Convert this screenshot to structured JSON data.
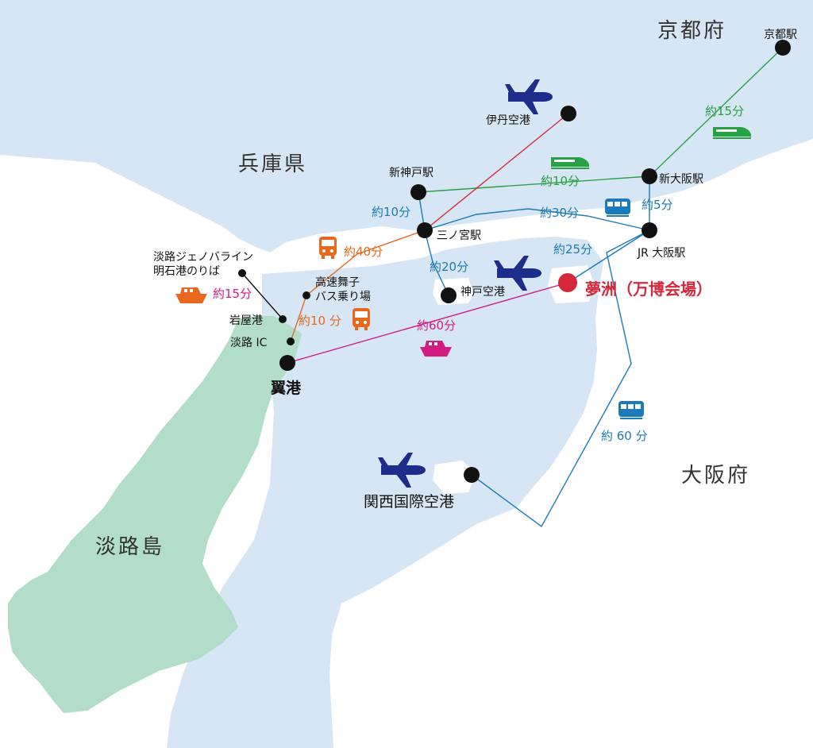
{
  "regions": {
    "kyoto": "京都府",
    "hyogo": "兵庫県",
    "osaka": "大阪府",
    "awaji": "淡路島"
  },
  "stations": {
    "kyoto_station": "京都駅",
    "itami_airport": "伊丹空港",
    "shin_kobe": "新神戸駅",
    "shin_osaka": "新大阪駅",
    "sannomiya": "三ノ宮駅",
    "jr_osaka": "JR 大阪駅",
    "kobe_airport": "神戸空港",
    "yumeshima": "夢洲（万博会場）",
    "awaji_jenova_line1": "淡路ジェノバライン",
    "awaji_jenova_line2": "明石港のりば",
    "kosoku_maiko1": "高速舞子",
    "kosoku_maiko2": "バス乗り場",
    "iwaya_port": "岩屋港",
    "awaji_ic": "淡路 IC",
    "tsubasa_port": "翼港",
    "kansai_airport": "関西国際空港"
  },
  "times": {
    "kyoto_shinosaka": "約15分",
    "shinkobe_shinosaka": "約10分",
    "shinkobe_sannomiya": "約10分",
    "sannomiya_jrosaka": "約30分",
    "shinosaka_jrosaka": "約5分",
    "sannomiya_kobeairport": "約20分",
    "jrosaka_yumeshima": "約25分",
    "maiko_sannomiya": "約40分",
    "akashi_iwaya": "約15分",
    "awajiic_maiko": "約10 分",
    "tsubasa_yumeshima": "約60分",
    "kansai_jrosaka": "約 60 分"
  },
  "colors": {
    "sea": "#d6e6f5",
    "land": "#ffffff",
    "island": "#b2ddc9",
    "shinkansen": "#2aa045",
    "jr": "#1d7ab8",
    "bus": "#e8681e",
    "ferry": "#d41b82",
    "itami_line": "#d7283a",
    "plane": "#1f2d8a",
    "highlight": "#d7283a"
  },
  "icons": {
    "plane": "airplane-icon",
    "train": "train-icon",
    "shinkansen": "shinkansen-icon",
    "bus": "bus-icon",
    "ferry": "ferry-icon"
  }
}
